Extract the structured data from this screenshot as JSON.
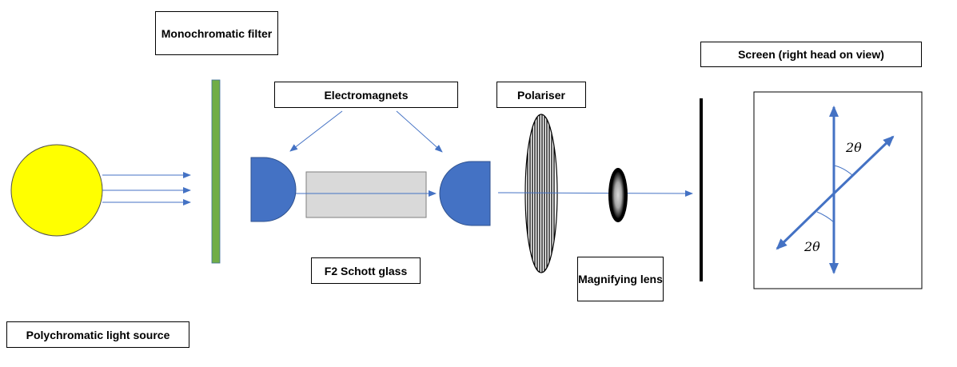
{
  "labels": {
    "monochromatic_filter": "Monochromatic filter",
    "electromagnets": "Electromagnets",
    "polariser": "Polariser",
    "screen_view": "Screen (right head on view)",
    "f2_schott_glass": "F2 Schott glass",
    "magnifying_lens": "Magnifying lens",
    "light_source": "Polychromatic light source"
  },
  "angle_labels": {
    "upper": "2θ",
    "lower": "2θ"
  },
  "colors": {
    "light_source": "#ffff00",
    "filter": "#70ad47",
    "electromagnet": "#4472c4",
    "glass": "#d9d9d9",
    "beam": "#4472c4"
  }
}
